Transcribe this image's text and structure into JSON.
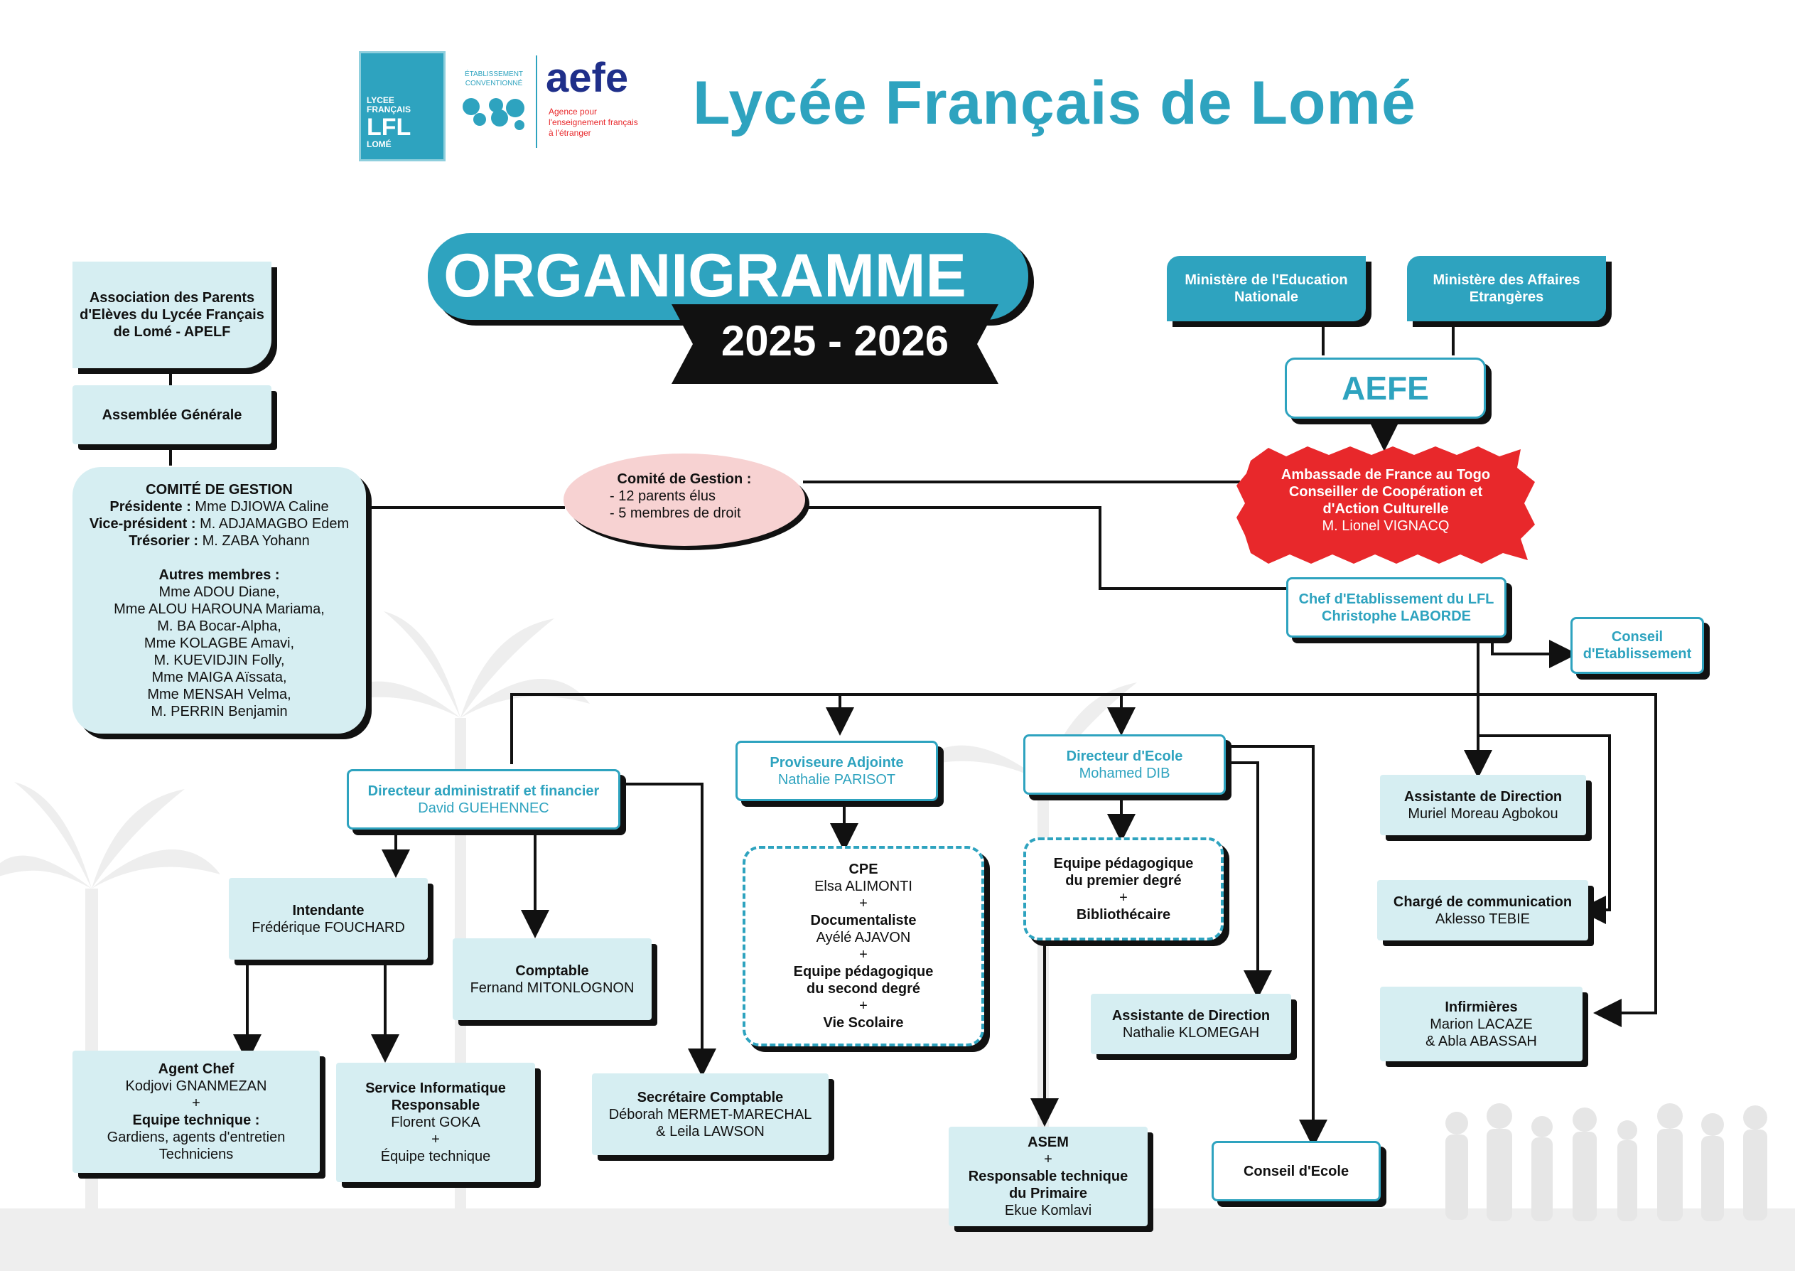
{
  "header": {
    "title": "Lycée Français de Lomé",
    "logo_lfl": [
      "LYCEE",
      "FRANÇAIS",
      "LFL",
      "LOMÉ"
    ],
    "etab_label": [
      "ÉTABLISSEMENT",
      "CONVENTIONNÉ"
    ],
    "aefe_logo": "aefe",
    "aefe_sub": [
      "Agence pour",
      "l'enseignement français",
      "à l'étranger"
    ]
  },
  "banner": {
    "title": "ORGANIGRAMME",
    "years": "2025 - 2026"
  },
  "apelf": {
    "name": [
      "Association des Parents",
      "d'Elèves du Lycée Français",
      "de Lomé - APELF"
    ],
    "assembly": "Assemblée Générale",
    "committee_title": "COMITÉ DE GESTION",
    "officers": [
      {
        "role": "Présidente :",
        "name": " Mme DJIOWA Caline"
      },
      {
        "role": "Vice-président :",
        "name": " M. ADJAMAGBO Edem"
      },
      {
        "role": "Trésorier :",
        "name": " M. ZABA Yohann"
      }
    ],
    "others_title": "Autres membres :",
    "others": [
      "Mme ADOU Diane,",
      "Mme ALOU HAROUNA Mariama,",
      "M. BA Bocar-Alpha,",
      "Mme KOLAGBE Amavi,",
      "M. KUEVIDJIN Folly,",
      "Mme MAIGA Aïssata,",
      "Mme MENSAH Velma,",
      "M. PERRIN Benjamin"
    ]
  },
  "comite": {
    "title": "Comité de Gestion :",
    "lines": [
      "- 12 parents élus",
      "- 5 membres de droit"
    ]
  },
  "ministries": [
    "Ministère de l'Education Nationale",
    "Ministère des Affaires Etrangères"
  ],
  "aefe": "AEFE",
  "embassy": {
    "lines": [
      "Ambassade de France au Togo",
      "Conseiller de Coopération et",
      "d'Action Culturelle"
    ],
    "person": "M. Lionel VIGNACQ"
  },
  "chef": {
    "title": "Chef d'Etablissement du LFL",
    "name": "Christophe LABORDE"
  },
  "conseil_etab": [
    "Conseil",
    "d'Etablissement"
  ],
  "daf": {
    "title": "Directeur administratif et financier",
    "name": "David GUEHENNEC"
  },
  "proviseure": {
    "title": "Proviseure Adjointe",
    "name": "Nathalie PARISOT"
  },
  "directeur_ecole": {
    "title": "Directeur d'Ecole",
    "name": "Mohamed DIB"
  },
  "assistante1": {
    "title": "Assistante de Direction",
    "name": "Muriel Moreau Agbokou"
  },
  "communication": {
    "title": "Chargé de communication",
    "name": "Aklesso TEBIE"
  },
  "infirmieres": {
    "title": "Infirmières",
    "names": [
      "Marion LACAZE",
      "& Abla ABASSAH"
    ]
  },
  "intendante": {
    "title": "Intendante",
    "name": "Frédérique FOUCHARD"
  },
  "comptable": {
    "title": "Comptable",
    "name": "Fernand MITONLOGNON"
  },
  "agent_chef": {
    "title": "Agent Chef",
    "name": "Kodjovi GNANMEZAN",
    "plus": "+",
    "team_title": "Equipe technique :",
    "team": [
      "Gardiens, agents d'entretien",
      "Techniciens"
    ]
  },
  "service_info": {
    "title": [
      "Service Informatique",
      "Responsable"
    ],
    "name": "Florent GOKA",
    "plus": "+",
    "team": "Équipe technique"
  },
  "secretaire": {
    "title": "Secrétaire Comptable",
    "names": [
      "Déborah MERMET-MARECHAL",
      "& Leila LAWSON"
    ]
  },
  "cpe": {
    "t1": "CPE",
    "n1": "Elsa ALIMONTI",
    "t2": "Documentaliste",
    "n2": "Ayélé AJAVON",
    "t3": [
      "Equipe pédagogique",
      "du second degré"
    ],
    "t4": "Vie Scolaire",
    "plus": "+"
  },
  "equipe_premier": {
    "t1": [
      "Equipe pédagogique",
      "du premier degré"
    ],
    "plus": "+",
    "t2": "Bibliothécaire"
  },
  "assistante2": {
    "title": "Assistante de Direction",
    "name": "Nathalie KLOMEGAH"
  },
  "asem": {
    "t1": "ASEM",
    "plus": "+",
    "t2": [
      "Responsable technique",
      "du Primaire"
    ],
    "name": "Ekue Komlavi"
  },
  "conseil_ecole": "Conseil d'Ecole",
  "colors": {
    "teal": "#2ea3bf",
    "light": "#d6eef2",
    "red": "#e8282b",
    "pink": "#f7d2d2",
    "dark": "#111111"
  }
}
